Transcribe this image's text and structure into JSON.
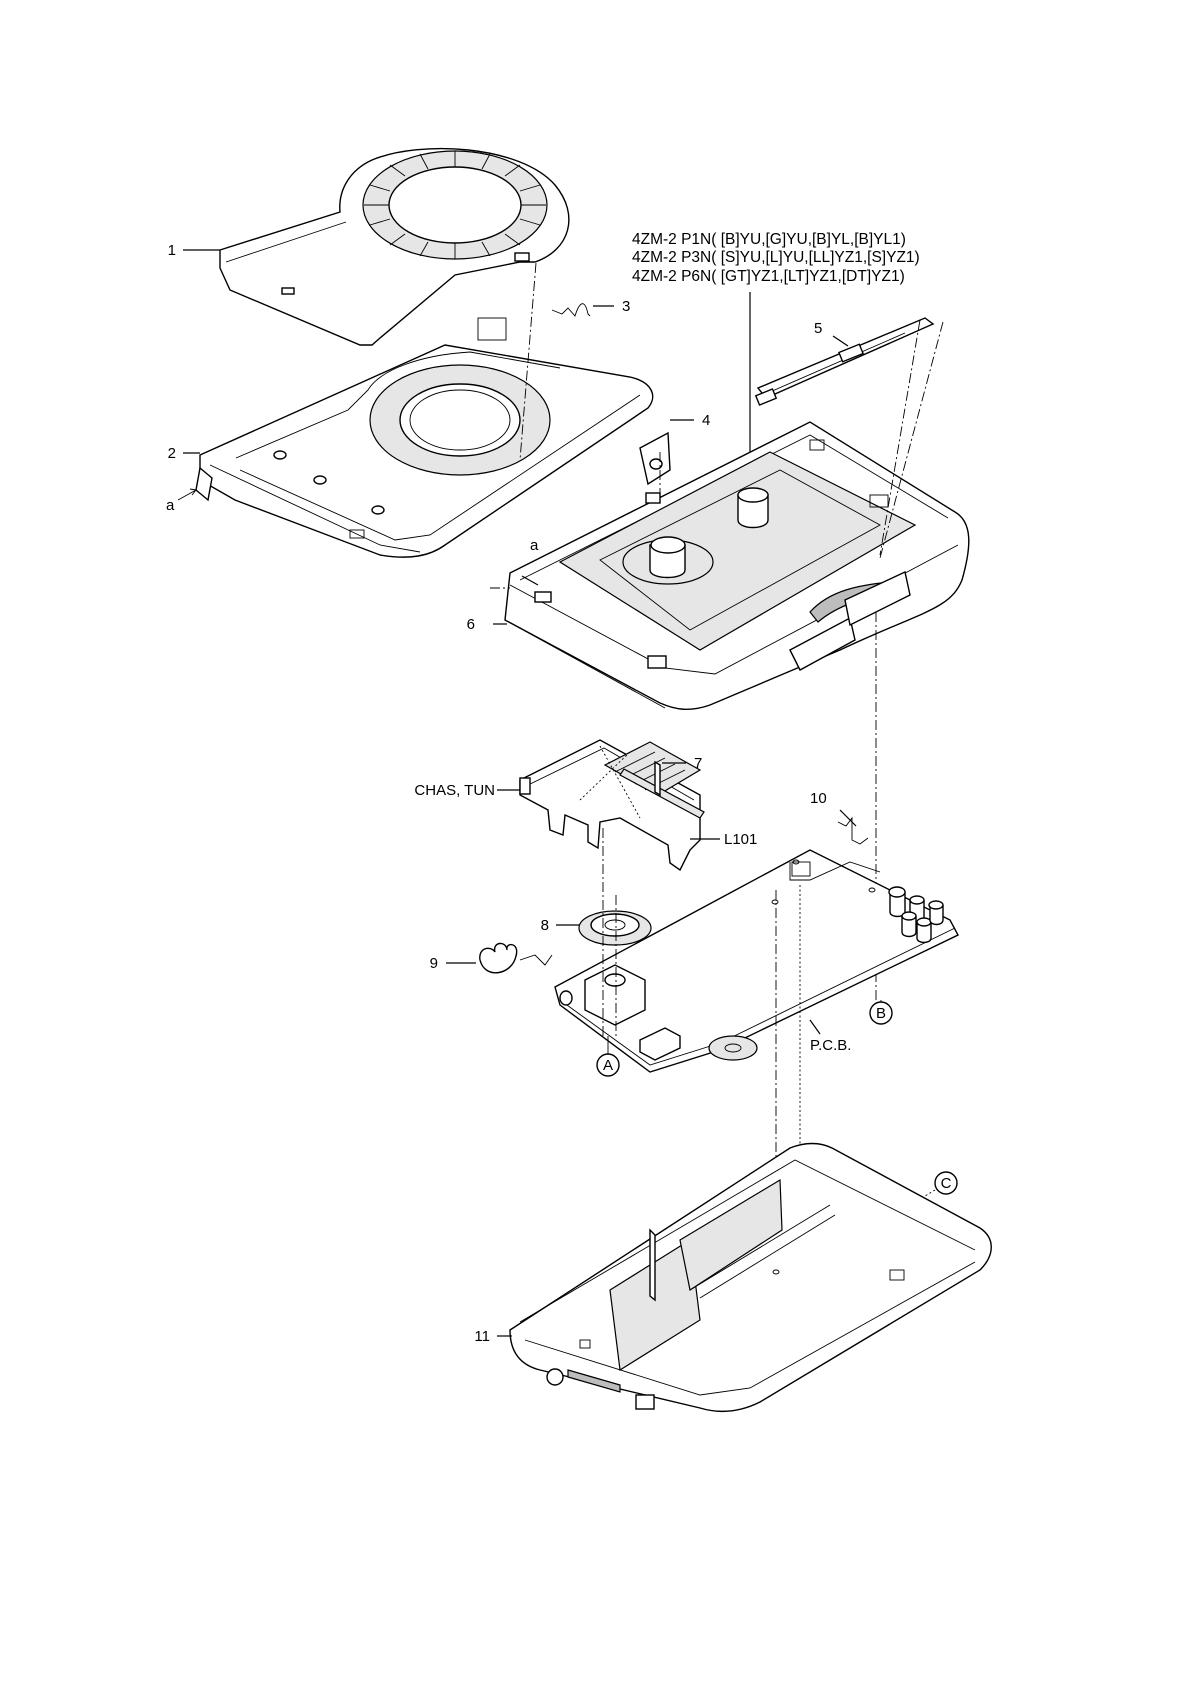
{
  "model_lines": [
    "4ZM-2 P1N( [B]YU,[G]YU,[B]YL,[B]YL1)",
    "4ZM-2 P3N( [S]YU,[L]YU,[LL]YZ1,[S]YZ1)",
    "4ZM-2 P6N( [GT]YZ1,[LT]YZ1,[DT]YZ1)"
  ],
  "labels": {
    "p1": "1",
    "p2": "2",
    "p3": "3",
    "p4": "4",
    "p5": "5",
    "p6": "6",
    "p7": "7",
    "p8": "8",
    "p9": "9",
    "p10": "10",
    "p11": "11",
    "a_left": "a",
    "a_chassis": "a",
    "chas_tun": "CHAS, TUN",
    "l101": "L101",
    "pcb": "P.C.B.",
    "ref_a": "A",
    "ref_b": "B",
    "ref_c": "C"
  }
}
